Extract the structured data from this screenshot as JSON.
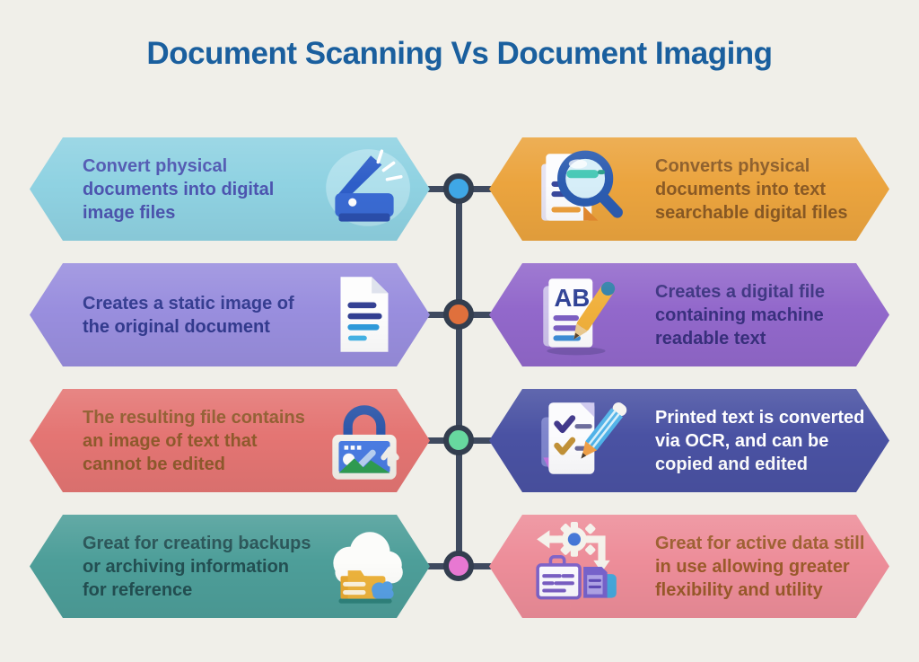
{
  "title": {
    "text": "Document Scanning Vs Document Imaging",
    "color": "#1a5f9e"
  },
  "canvas": {
    "background": "#f0efe9"
  },
  "timeline": {
    "line_color": "#3f4a5f",
    "node_ring_color": "#333e4f"
  },
  "rows": [
    {
      "node_color": "#3fa7e6",
      "left": {
        "text": "Convert physical documents into digital image files",
        "fill": "#8fd2e2",
        "text_color": "#4d55b0",
        "icon": "scanner-icon"
      },
      "right": {
        "text": "Converts physical documents into text searchable digital files",
        "fill": "#eba43e",
        "text_color": "#8a5a25",
        "icon": "document-search-icon"
      }
    },
    {
      "node_color": "#e0703c",
      "left": {
        "text": "Creates a static image of the original document",
        "fill": "#998ede",
        "text_color": "#333b8f",
        "icon": "document-lines-icon"
      },
      "right": {
        "text": "Creates a digital file containing machine readable text",
        "fill": "#9268cb",
        "text_color": "#39307e",
        "icon": "ab-pencil-icon"
      }
    },
    {
      "node_color": "#67d89f",
      "left": {
        "text": "The resulting file contains an image of text that cannot be edited",
        "fill": "#e47573",
        "text_color": "#8f5a2c",
        "icon": "locked-image-icon"
      },
      "right": {
        "text": "Printed text is converted via OCR, and can be copied and edited",
        "fill": "#4a52a3",
        "text_color": "#ffffff",
        "icon": "checklist-pencil-icon"
      }
    },
    {
      "node_color": "#e878d2",
      "left": {
        "text": "Great for creating backups or archiving information for reference",
        "fill": "#4d9e99",
        "text_color": "#234f52",
        "icon": "cloud-archive-icon"
      },
      "right": {
        "text": "Great for active data still in use allowing greater flexibility and utility",
        "fill": "#ed8d99",
        "text_color": "#9a5a2a",
        "icon": "gear-sync-icon"
      }
    }
  ]
}
